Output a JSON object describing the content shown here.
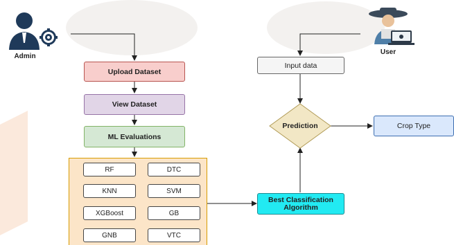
{
  "actors": {
    "admin_label": "Admin",
    "user_label": "User"
  },
  "admin_flow": {
    "upload": "Upload Dataset",
    "view": "View Dataset",
    "evaluations": "ML Evaluations"
  },
  "algorithms": {
    "rf": "RF",
    "dtc": "DTC",
    "knn": "KNN",
    "svm": "SVM",
    "xgboost": "XGBoost",
    "gb": "GB",
    "gnb": "GNB",
    "vtc": "VTC"
  },
  "user_flow": {
    "input": "Input data",
    "prediction": "Prediction",
    "best": "Best Classification Algorithm",
    "crop": "Crop Type"
  },
  "colors": {
    "upload_fill": "#f8cecc",
    "upload_border": "#b85450",
    "view_fill": "#e1d5e7",
    "view_border": "#9673a6",
    "eval_fill": "#d5e8d4",
    "eval_border": "#82b366",
    "algo_group_fill": "#fce5c8",
    "algo_group_border": "#d79b00",
    "input_fill": "#f5f5f5",
    "input_border": "#666666",
    "best_fill": "#22eaf2",
    "crop_fill": "#dae8fc",
    "crop_border": "#3c6db0",
    "diamond_fill": "#f2e7c5",
    "diamond_border": "#b09a55"
  }
}
